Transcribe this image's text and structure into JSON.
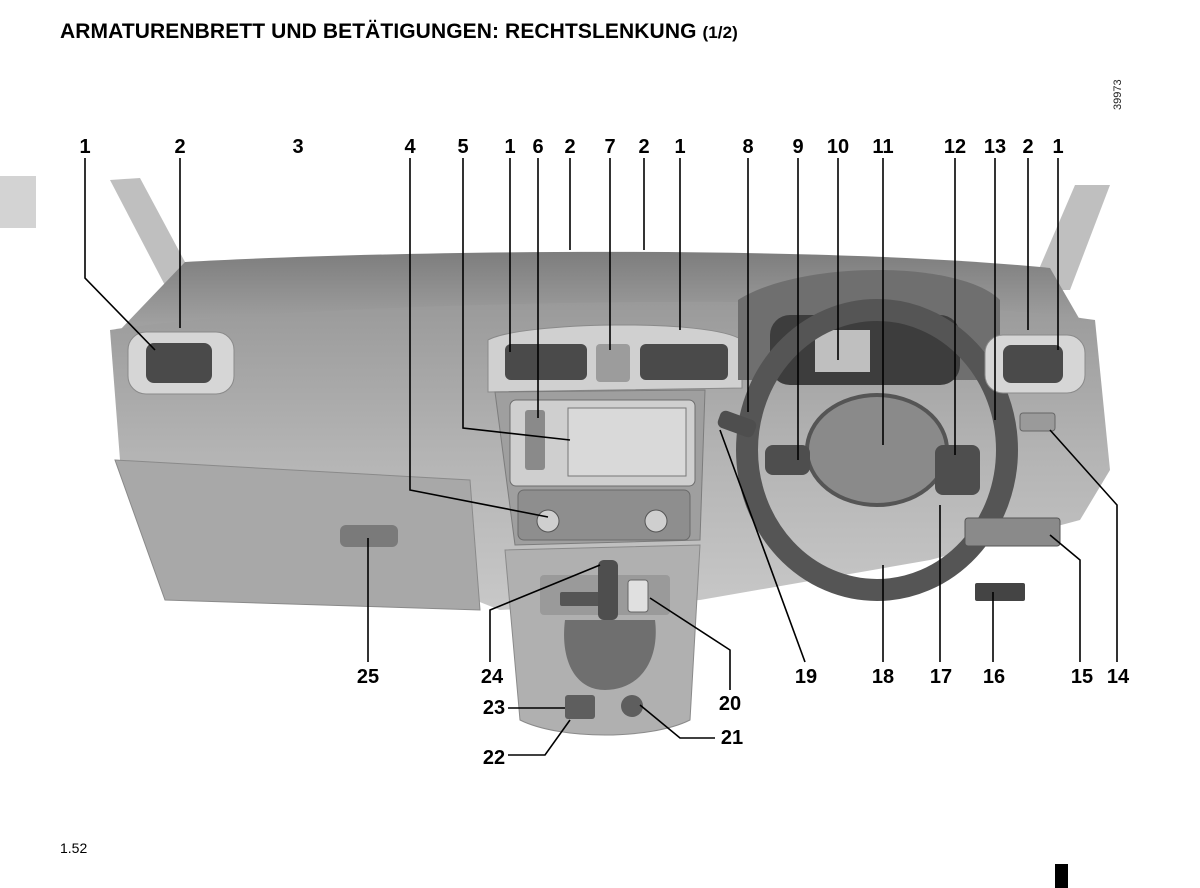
{
  "page": {
    "title": "ARMATURENBRETT UND BETÄTIGUNGEN: RECHTSLENKUNG",
    "title_suffix": "(1/2)",
    "image_id": "39973",
    "page_number": "1.52"
  },
  "callouts": {
    "top": [
      "1",
      "2",
      "3",
      "4",
      "5",
      "1",
      "6",
      "2",
      "7",
      "2",
      "1",
      "8",
      "9",
      "10",
      "11",
      "12",
      "13",
      "2",
      "1"
    ],
    "bottom": [
      "25",
      "24",
      "20",
      "19",
      "18",
      "17",
      "16",
      "15",
      "14"
    ],
    "lower_left": [
      "23",
      "22",
      "21"
    ]
  },
  "colors": {
    "dash_dark": "#8c8c8c",
    "dash_mid": "#a6a6a6",
    "dash_light": "#c4c4c4",
    "tab": "#d3d3d3"
  }
}
